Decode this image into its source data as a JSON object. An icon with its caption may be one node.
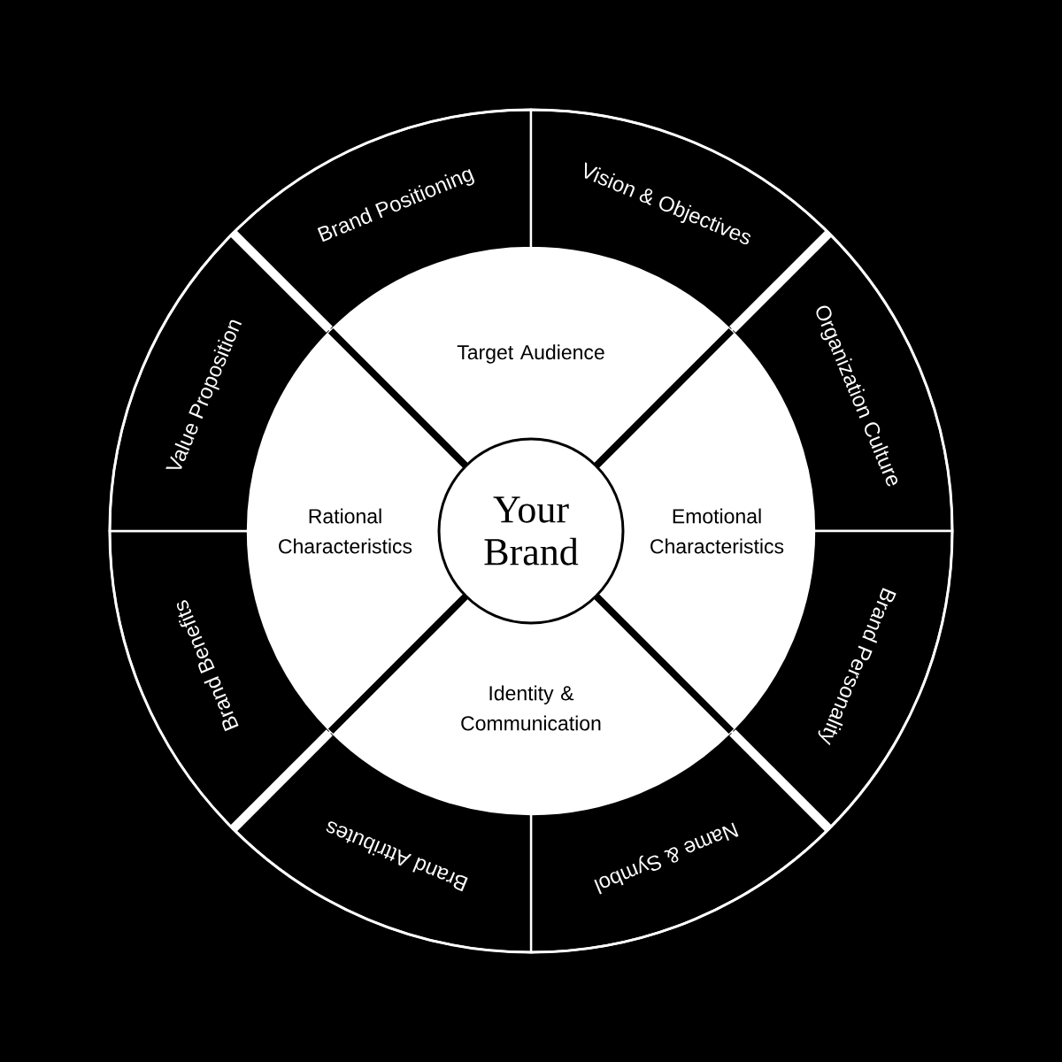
{
  "diagram": {
    "nodes": [
      {
        "text": [
          "Your Brand"
        ]
      },
      {
        "text": [
          "Target Audience"
        ]
      },
      {
        "text": [
          "Emotional Characteristics"
        ]
      },
      {
        "text": [
          "Identity & Communication"
        ]
      },
      {
        "text": [
          "Rational Characteristics"
        ]
      },
      {
        "text": [
          "Brand Positioning"
        ]
      },
      {
        "text": [
          "Vision & Objectives"
        ]
      },
      {
        "text": [
          "Organization Culture"
        ]
      },
      {
        "text": [
          "Brand Personality"
        ]
      },
      {
        "text": [
          "Name & Symbol"
        ]
      },
      {
        "text": [
          "Brand Attributes"
        ]
      },
      {
        "text": [
          "Brand Benefits"
        ]
      },
      {
        "text": [
          "Value Proposition"
        ]
      }
    ]
  }
}
